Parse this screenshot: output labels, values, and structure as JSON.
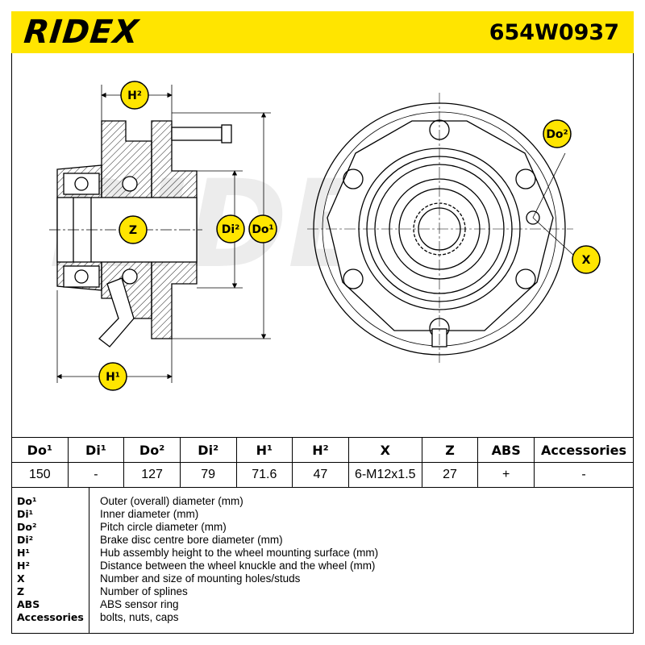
{
  "brand": "RIDEX",
  "part_number": "654W0937",
  "watermark": "RIDEX",
  "drawing_labels": {
    "h2": "H²",
    "z": "Z",
    "di2": "Di²",
    "do1": "Do¹",
    "h1": "H¹",
    "do2": "Do²",
    "x": "X"
  },
  "colors": {
    "header_bg": "#ffe500",
    "label_bg": "#ffe500",
    "ink": "#000000"
  },
  "table": {
    "headers": [
      "Do¹",
      "Di¹",
      "Do²",
      "Di²",
      "H¹",
      "H²",
      "X",
      "Z",
      "ABS",
      "Accessories"
    ],
    "values": [
      "150",
      "-",
      "127",
      "79",
      "71.6",
      "47",
      "6-M12x1.5",
      "27",
      "+",
      "-"
    ]
  },
  "legend": [
    {
      "key": "Do¹",
      "desc": "Outer (overall) diameter (mm)"
    },
    {
      "key": "Di¹",
      "desc": "Inner diameter (mm)"
    },
    {
      "key": "Do²",
      "desc": "Pitch circle diameter (mm)"
    },
    {
      "key": "Di²",
      "desc": "Brake disc centre bore diameter (mm)"
    },
    {
      "key": "H¹",
      "desc": "Hub assembly height to the wheel mounting surface (mm)"
    },
    {
      "key": "H²",
      "desc": "Distance between the wheel knuckle and the wheel (mm)"
    },
    {
      "key": "X",
      "desc": "Number and size of mounting holes/studs"
    },
    {
      "key": "Z",
      "desc": "Number of splines"
    },
    {
      "key": "ABS",
      "desc": "ABS sensor ring"
    },
    {
      "key": "Accessories",
      "desc": "bolts, nuts, caps"
    }
  ]
}
